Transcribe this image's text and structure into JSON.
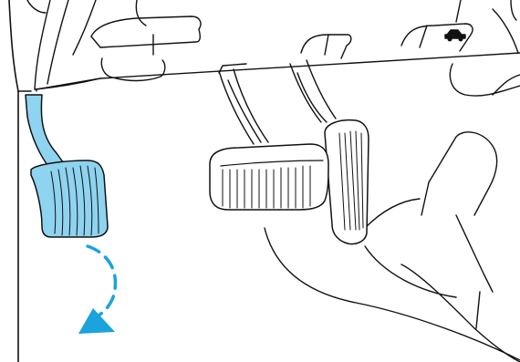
{
  "colors": {
    "line": "#111111",
    "background": "#ffffff",
    "highlight_fill": "#8ed3ef",
    "arrow": "#1aa3dd"
  },
  "parts": {
    "parking_brake_pedal": "parking-brake-pedal",
    "brake_pedal": "brake-pedal",
    "accelerator_pedal": "accelerator-pedal",
    "hood_release_icon": "car-hood-icon",
    "release_arrow": "release-direction-arrow"
  }
}
